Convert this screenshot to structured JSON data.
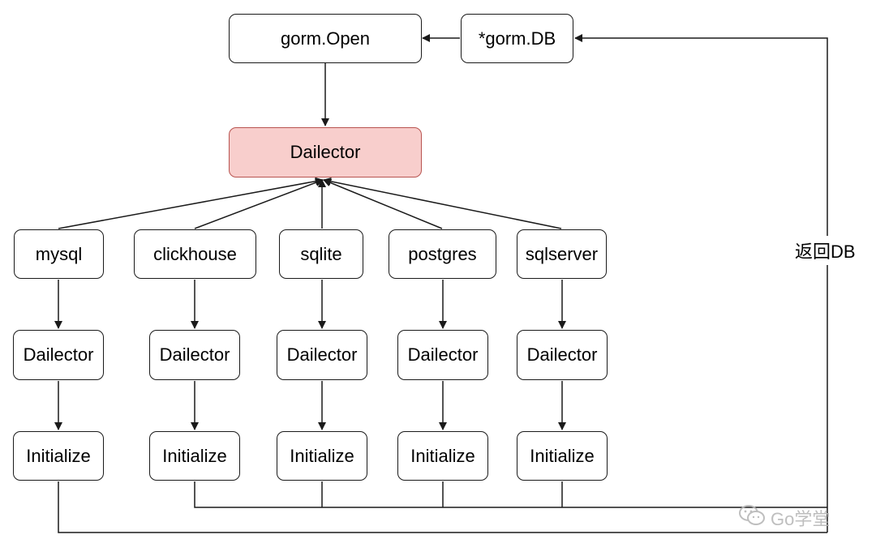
{
  "diagram": {
    "nodes": {
      "gorm_open": "gorm.Open",
      "gorm_db": "*gorm.DB",
      "dialector_hub": "Dailector",
      "drivers": [
        "mysql",
        "clickhouse",
        "sqlite",
        "postgres",
        "sqlserver"
      ],
      "dialector_label": "Dailector",
      "initialize_label": "Initialize"
    },
    "edge_labels": {
      "return_db": "返回DB"
    },
    "colors": {
      "hub_fill": "#f8cecc",
      "hub_stroke": "#b85450",
      "line": "#1a1a1a"
    }
  },
  "watermark": {
    "icon": "wechat-icon",
    "text": "Go学堂"
  }
}
